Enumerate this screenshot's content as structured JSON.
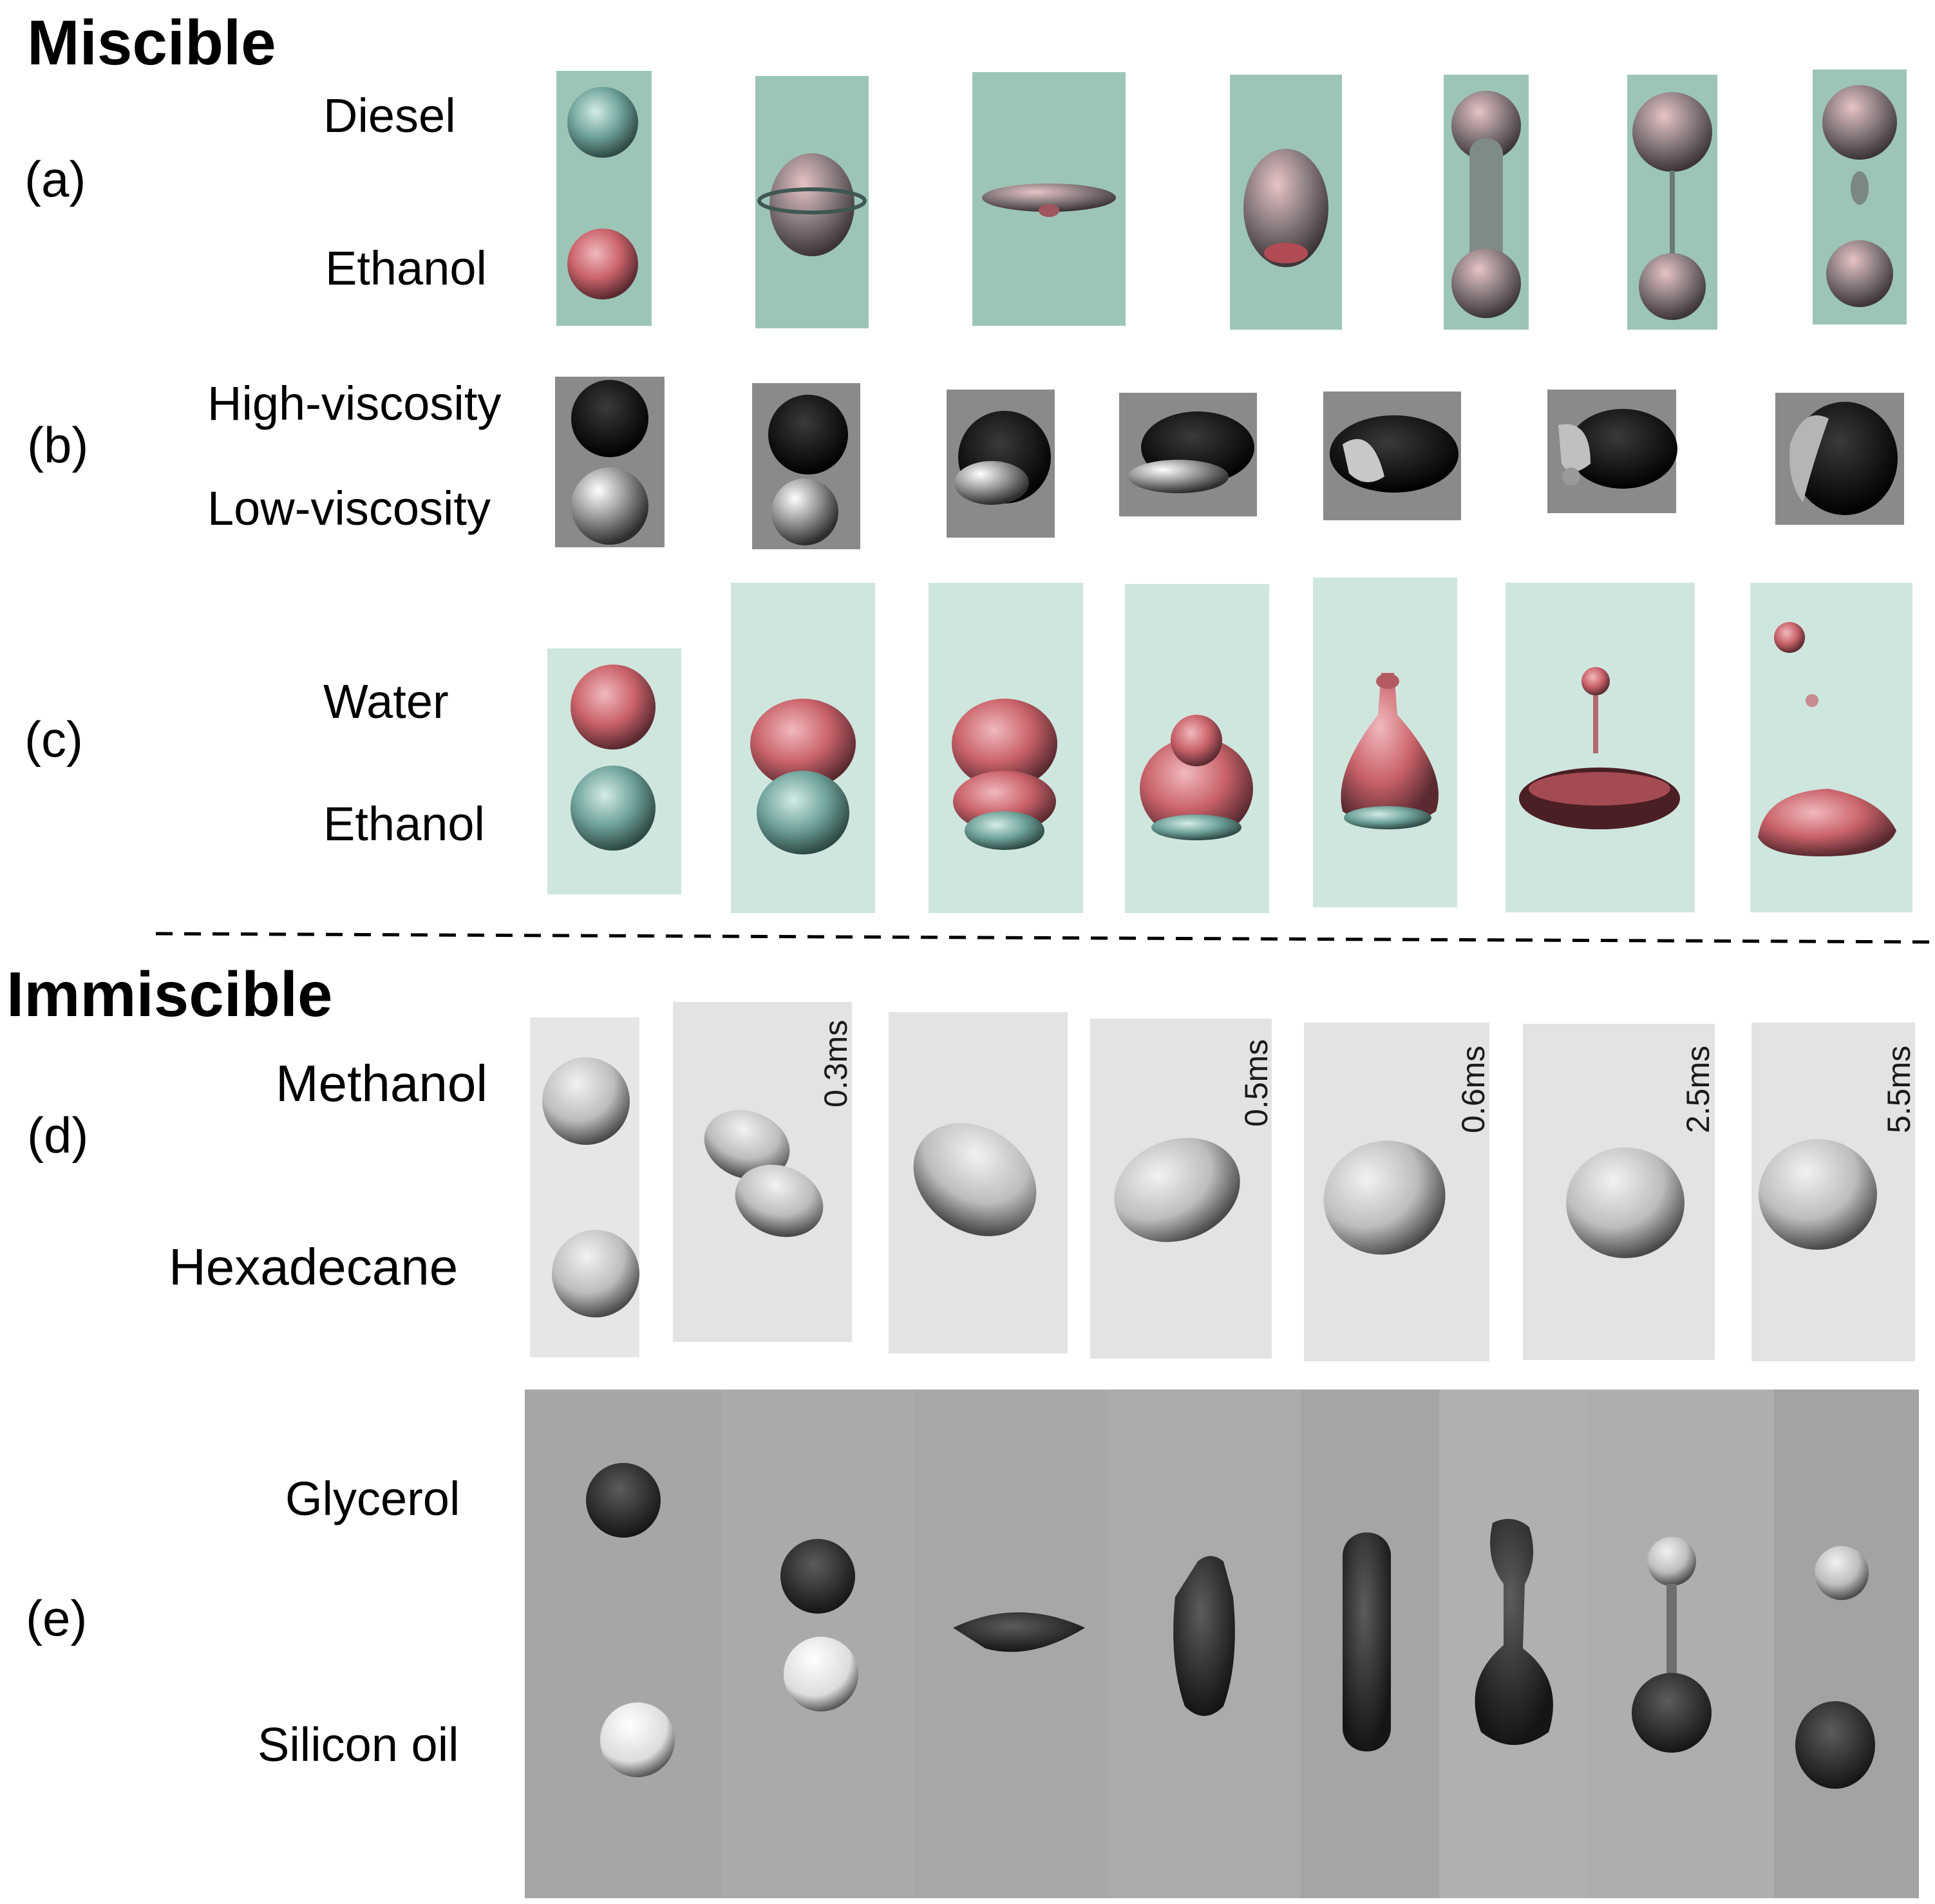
{
  "headings": {
    "miscible": "Miscible",
    "immiscible": "Immiscible"
  },
  "rows": [
    {
      "id": "a",
      "label": "(a)",
      "top_liquid": "Diesel",
      "bottom_liquid": "Ethanol",
      "time_labels": []
    },
    {
      "id": "b",
      "label": "(b)",
      "top_liquid": "High-viscosity",
      "bottom_liquid": "Low-viscosity",
      "time_labels": []
    },
    {
      "id": "c",
      "label": "(c)",
      "top_liquid": "Water",
      "bottom_liquid": "Ethanol",
      "time_labels": []
    },
    {
      "id": "d",
      "label": "(d)",
      "top_liquid": "Methanol",
      "bottom_liquid": "Hexadecane",
      "time_labels": [
        "0.3ms",
        "0.5ms",
        "0.6ms",
        "2.5ms",
        "5.5ms"
      ]
    },
    {
      "id": "e",
      "label": "(e)",
      "top_liquid": "Glycerol",
      "bottom_liquid": "Silicon oil",
      "time_labels": []
    }
  ],
  "colors": {
    "row_a_background": "#9cc5b8",
    "row_b_background": "#8a8a8a",
    "row_c_background": "#cfe6df",
    "row_d_background": "#e3e3e3",
    "row_e_background": "#a9a9a9",
    "red_droplet": "#c9626a",
    "teal_droplet": "#6fa39a",
    "divider": "#000000"
  }
}
